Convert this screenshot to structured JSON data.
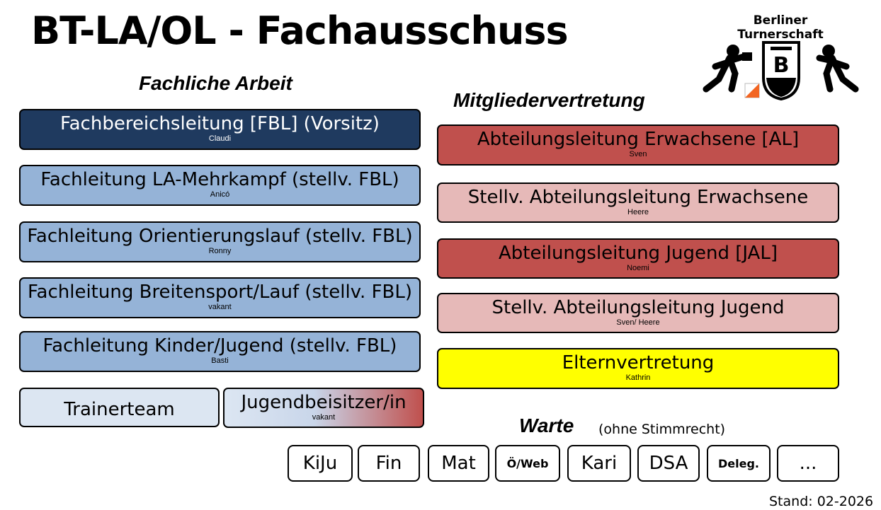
{
  "title": "BT-LA/OL - Fachausschuss",
  "logo": {
    "text": "Berliner Turnerschaft"
  },
  "left_heading": "Fachliche Arbeit",
  "right_heading": "Mitgliedervertretung",
  "left_boxes": [
    {
      "label": "Fachbereichsleitung [FBL] (Vorsitz)",
      "name": "Claudi"
    },
    {
      "label": "Fachleitung LA-Mehrkampf (stellv. FBL)",
      "name": "Anicó"
    },
    {
      "label": "Fachleitung Orientierungslauf (stellv. FBL)",
      "name": "Ronny"
    },
    {
      "label": "Fachleitung Breitensport/Lauf (stellv. FBL)",
      "name": "vakant"
    },
    {
      "label": "Fachleitung Kinder/Jugend (stellv. FBL)",
      "name": "Basti"
    }
  ],
  "trainerteam": "Trainerteam",
  "jugendbeisitzer": {
    "label": "Jugendbeisitzer/in",
    "name": "vakant"
  },
  "right_boxes": [
    {
      "label": "Abteilungsleitung Erwachsene [AL]",
      "name": "Sven"
    },
    {
      "label": "Stellv. Abteilungsleitung Erwachsene",
      "name": "Heere"
    },
    {
      "label": "Abteilungsleitung Jugend [JAL]",
      "name": "Noemi"
    },
    {
      "label": "Stellv. Abteilungsleitung Jugend",
      "name": "Sven/ Heere"
    },
    {
      "label": "Elternvertretung",
      "name": "Kathrin"
    }
  ],
  "warte": {
    "heading": "Warte",
    "note": "(ohne Stimmrecht)",
    "items": [
      "KiJu",
      "Fin",
      "Mat",
      "Ö/Web",
      "Kari",
      "DSA",
      "Deleg.",
      "..."
    ]
  },
  "stand": "Stand: 02-2026",
  "colors": {
    "dark": "#1f3a5f",
    "blue": "#95b3d7",
    "red": "#c0504d",
    "pink": "#e6b9b8",
    "yellow": "#ffff00",
    "light": "#dce6f2"
  }
}
